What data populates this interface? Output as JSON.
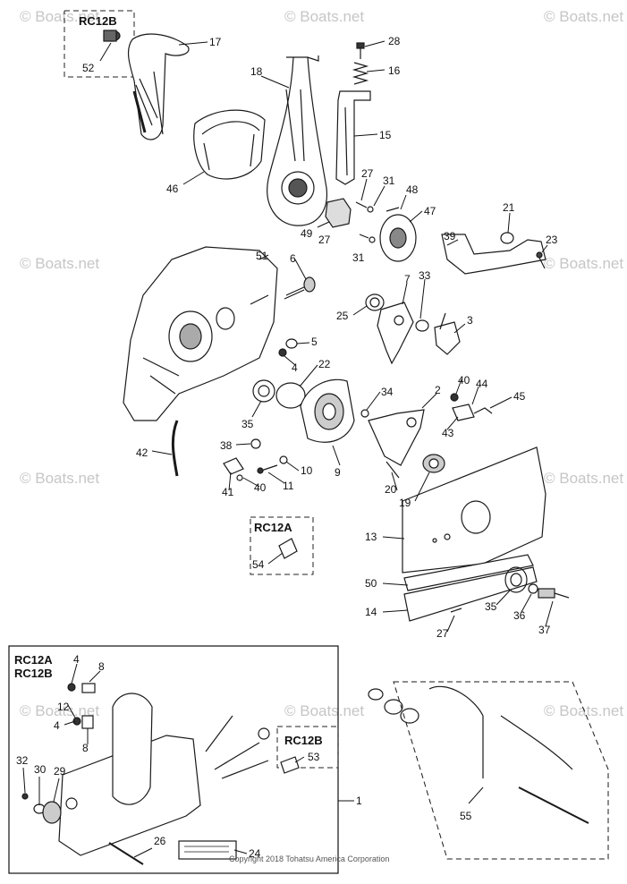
{
  "watermark": "© Boats.net",
  "copyright": "Copyright 2018 Tohatsu America Corporation",
  "boxes": {
    "top_left": "RC12B",
    "mid": "RC12A",
    "bottom_a": "RC12A",
    "bottom_b": "RC12B",
    "bottom_inner": "RC12B"
  },
  "callouts": [
    {
      "id": "c52",
      "num": "52"
    },
    {
      "id": "c17",
      "num": "17"
    },
    {
      "id": "c18",
      "num": "18"
    },
    {
      "id": "c28",
      "num": "28"
    },
    {
      "id": "c16",
      "num": "16"
    },
    {
      "id": "c15",
      "num": "15"
    },
    {
      "id": "c46",
      "num": "46"
    },
    {
      "id": "c27a",
      "num": "27"
    },
    {
      "id": "c31a",
      "num": "31"
    },
    {
      "id": "c48",
      "num": "48"
    },
    {
      "id": "c47",
      "num": "47"
    },
    {
      "id": "c49",
      "num": "49"
    },
    {
      "id": "c27b",
      "num": "27"
    },
    {
      "id": "c31b",
      "num": "31"
    },
    {
      "id": "c21",
      "num": "21"
    },
    {
      "id": "c23",
      "num": "23"
    },
    {
      "id": "c39",
      "num": "39"
    },
    {
      "id": "c51",
      "num": "51"
    },
    {
      "id": "c6",
      "num": "6"
    },
    {
      "id": "c33",
      "num": "33"
    },
    {
      "id": "c7",
      "num": "7"
    },
    {
      "id": "c25",
      "num": "25"
    },
    {
      "id": "c3",
      "num": "3"
    },
    {
      "id": "c5",
      "num": "5"
    },
    {
      "id": "c4a",
      "num": "4"
    },
    {
      "id": "c22",
      "num": "22"
    },
    {
      "id": "c34",
      "num": "34"
    },
    {
      "id": "c2",
      "num": "2"
    },
    {
      "id": "c40a",
      "num": "40"
    },
    {
      "id": "c44",
      "num": "44"
    },
    {
      "id": "c45",
      "num": "45"
    },
    {
      "id": "c43",
      "num": "43"
    },
    {
      "id": "c35a",
      "num": "35"
    },
    {
      "id": "c38",
      "num": "38"
    },
    {
      "id": "c42",
      "num": "42"
    },
    {
      "id": "c9",
      "num": "9"
    },
    {
      "id": "c10",
      "num": "10"
    },
    {
      "id": "c11",
      "num": "11"
    },
    {
      "id": "c40b",
      "num": "40"
    },
    {
      "id": "c41",
      "num": "41"
    },
    {
      "id": "c20",
      "num": "20"
    },
    {
      "id": "c19",
      "num": "19"
    },
    {
      "id": "c54",
      "num": "54"
    },
    {
      "id": "c13",
      "num": "13"
    },
    {
      "id": "c50",
      "num": "50"
    },
    {
      "id": "c14",
      "num": "14"
    },
    {
      "id": "c35b",
      "num": "35"
    },
    {
      "id": "c36",
      "num": "36"
    },
    {
      "id": "c37",
      "num": "37"
    },
    {
      "id": "c27c",
      "num": "27"
    },
    {
      "id": "c4b",
      "num": "4"
    },
    {
      "id": "c8a",
      "num": "8"
    },
    {
      "id": "c12",
      "num": "12"
    },
    {
      "id": "c4c",
      "num": "4"
    },
    {
      "id": "c8b",
      "num": "8"
    },
    {
      "id": "c53",
      "num": "53"
    },
    {
      "id": "c32",
      "num": "32"
    },
    {
      "id": "c30",
      "num": "30"
    },
    {
      "id": "c29",
      "num": "29"
    },
    {
      "id": "c1",
      "num": "1"
    },
    {
      "id": "c26",
      "num": "26"
    },
    {
      "id": "c24",
      "num": "24"
    },
    {
      "id": "c55",
      "num": "55"
    }
  ]
}
